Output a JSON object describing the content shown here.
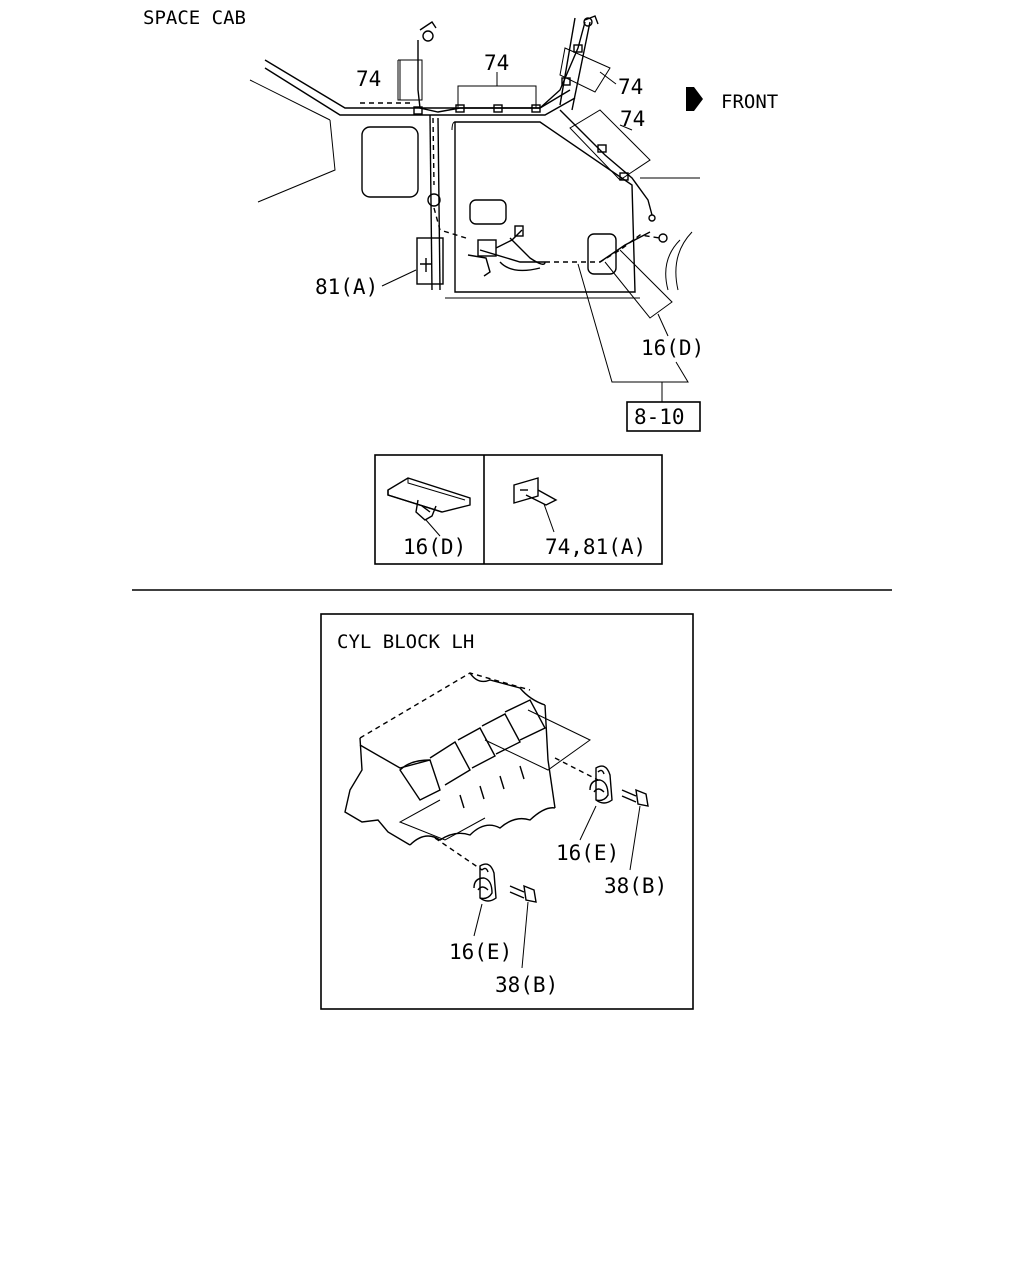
{
  "top_section": {
    "title": "SPACE CAB",
    "front_label": "FRONT",
    "callouts": {
      "c74_a": "74",
      "c74_b": "74",
      "c74_c": "74",
      "c74_d": "74",
      "c81a": "81(A)",
      "c16d": "16(D)",
      "c8_10": "8-10"
    }
  },
  "detail_box": {
    "left_label": "16(D)",
    "right_label": "74,81(A)"
  },
  "bottom_section": {
    "title": "CYL BLOCK LH",
    "callouts": {
      "c16e_upper": "16(E)",
      "c38b_upper": "38(B)",
      "c16e_lower": "16(E)",
      "c38b_lower": "38(B)"
    }
  }
}
